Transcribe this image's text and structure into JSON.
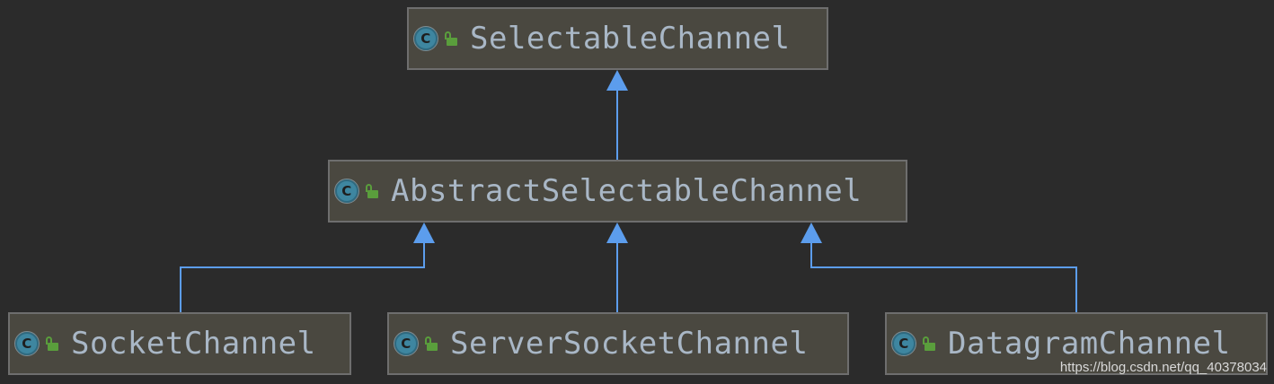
{
  "diagram": {
    "type": "class-hierarchy",
    "colors": {
      "background": "#2b2b2b",
      "node_fill": "#4a4840",
      "node_border": "#6e6e6e",
      "node_text": "#a9b7c6",
      "edge": "#5c9ded",
      "class_icon": "#3e86a0",
      "lock_icon": "#5a9e3c"
    },
    "nodes": [
      {
        "id": "selectable",
        "label": "SelectableChannel",
        "icon": "class-icon",
        "visibility_icon": "lock-icon"
      },
      {
        "id": "abstract",
        "label": "AbstractSelectableChannel",
        "icon": "class-icon",
        "visibility_icon": "lock-icon"
      },
      {
        "id": "socket",
        "label": "SocketChannel",
        "icon": "class-icon",
        "visibility_icon": "lock-icon"
      },
      {
        "id": "serversocket",
        "label": "ServerSocketChannel",
        "icon": "class-icon",
        "visibility_icon": "lock-icon"
      },
      {
        "id": "datagram",
        "label": "DatagramChannel",
        "icon": "class-icon",
        "visibility_icon": "lock-icon"
      }
    ],
    "edges": [
      {
        "from": "abstract",
        "to": "selectable",
        "relation": "extends"
      },
      {
        "from": "socket",
        "to": "abstract",
        "relation": "extends"
      },
      {
        "from": "serversocket",
        "to": "abstract",
        "relation": "extends"
      },
      {
        "from": "datagram",
        "to": "abstract",
        "relation": "extends"
      }
    ],
    "class_icon_letter": "C"
  },
  "watermark": "https://blog.csdn.net/qq_40378034"
}
